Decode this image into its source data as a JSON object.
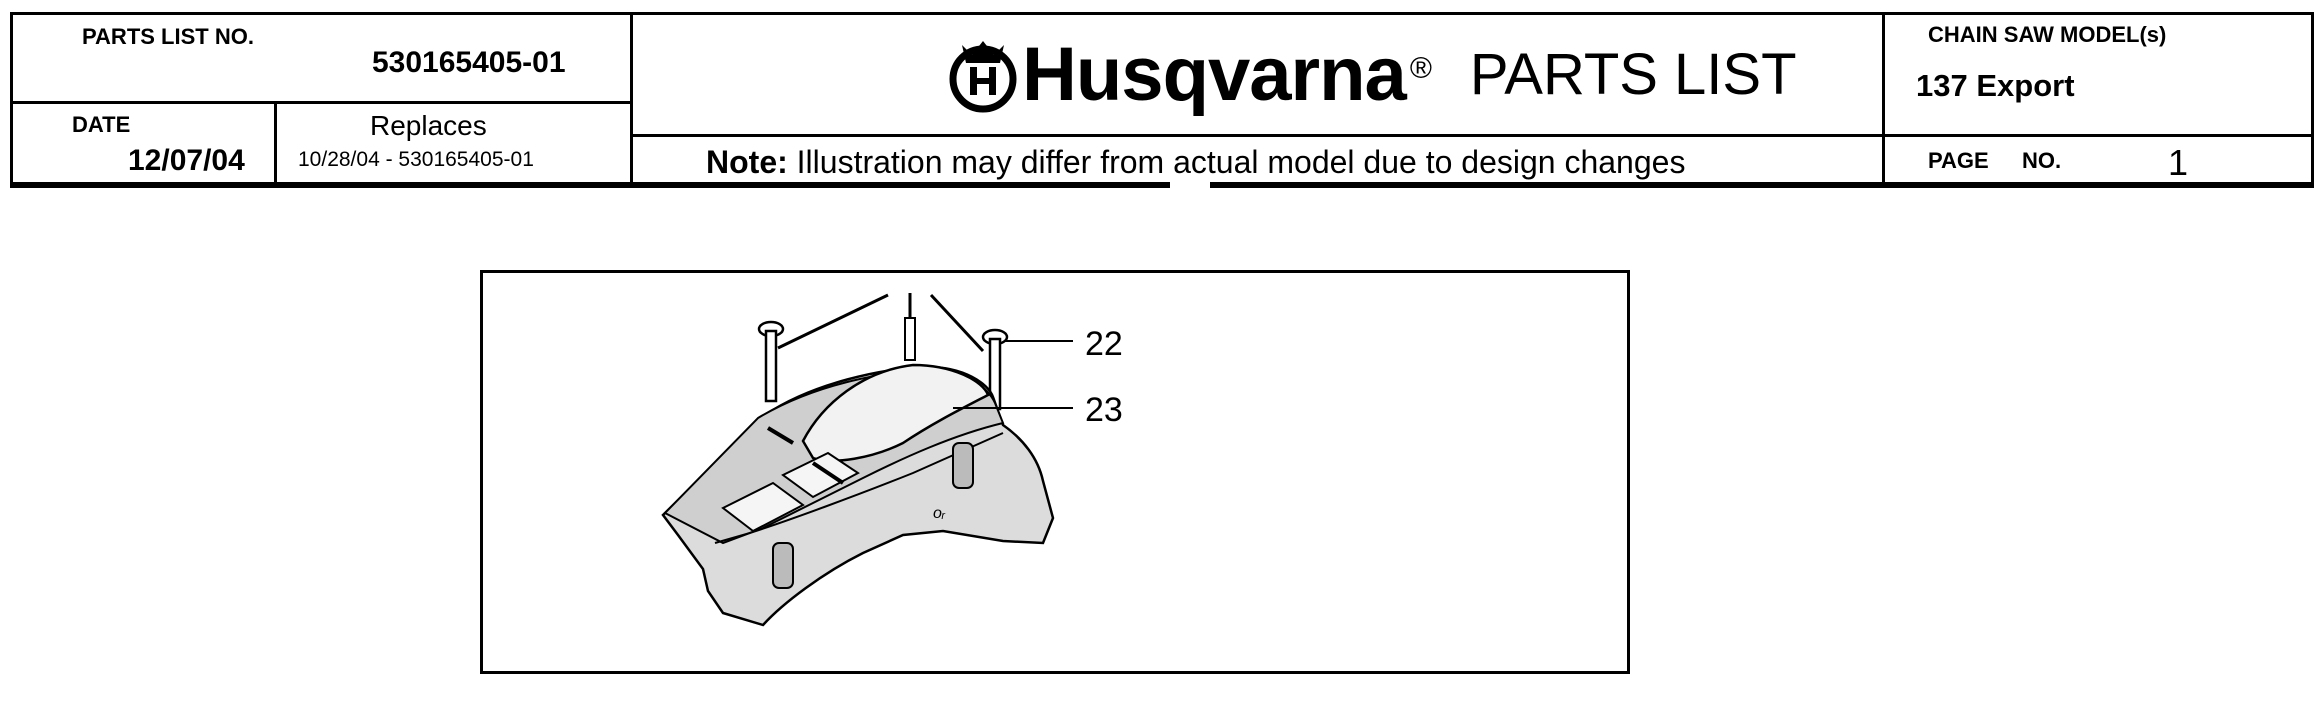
{
  "header": {
    "parts_list_no_label": "PARTS LIST NO.",
    "parts_list_no_value": "530165405-01",
    "date_label": "DATE",
    "date_value": "12/07/04",
    "replaces_label": "Replaces",
    "replaces_value": "10/28/04 - 530165405-01",
    "brand": "Husqvarna",
    "brand_registered": "®",
    "doc_title": "PARTS LIST",
    "note_label": "Note:",
    "note_text": "Illustration may differ from actual model due to design changes",
    "model_label": "CHAIN SAW MODEL(s)",
    "model_value": "137 Export",
    "page_label": "PAGE",
    "page_no_label": "NO.",
    "page_value": "1"
  },
  "illustration": {
    "callouts": [
      "22",
      "23"
    ],
    "icon": "cylinder-cover-diagram"
  },
  "colors": {
    "ink": "#000000",
    "paper": "#ffffff",
    "part_fill": "#dcdcdc"
  }
}
